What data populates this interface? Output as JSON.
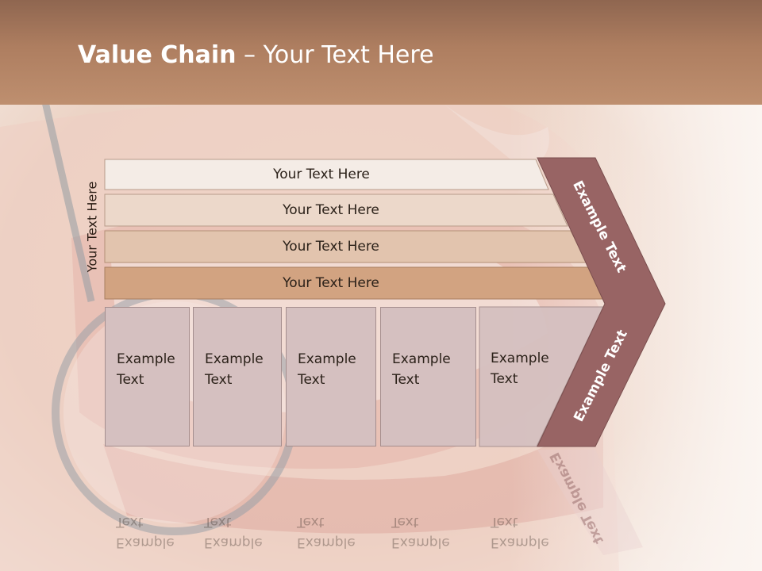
{
  "title": {
    "bold": "Value Chain",
    "rest": " – Your Text Here"
  },
  "side_label": "Your Text Here",
  "rows": [
    {
      "label": "Your Text Here",
      "fill": "#f4ece6",
      "border": "#b89c8a"
    },
    {
      "label": "Your Text Here",
      "fill": "#ecd8ca",
      "border": "#b89c8a"
    },
    {
      "label": "Your Text Here",
      "fill": "#e2c4ae",
      "border": "#b38f77"
    },
    {
      "label": "Your Text Here",
      "fill": "#d2a381",
      "border": "#a87e60"
    }
  ],
  "boxes": [
    {
      "line1": "Example",
      "line2": "Text"
    },
    {
      "line1": "Example",
      "line2": "Text"
    },
    {
      "line1": "Example",
      "line2": "Text"
    },
    {
      "line1": "Example",
      "line2": "Text"
    },
    {
      "line1": "Example",
      "line2": "Text"
    }
  ],
  "chevron": {
    "top_label": "Example Text",
    "bottom_label": "Example Text",
    "fill": "#986464"
  },
  "colors": {
    "title_band": "#b27f60",
    "box_fill": "#d5c0c0"
  }
}
